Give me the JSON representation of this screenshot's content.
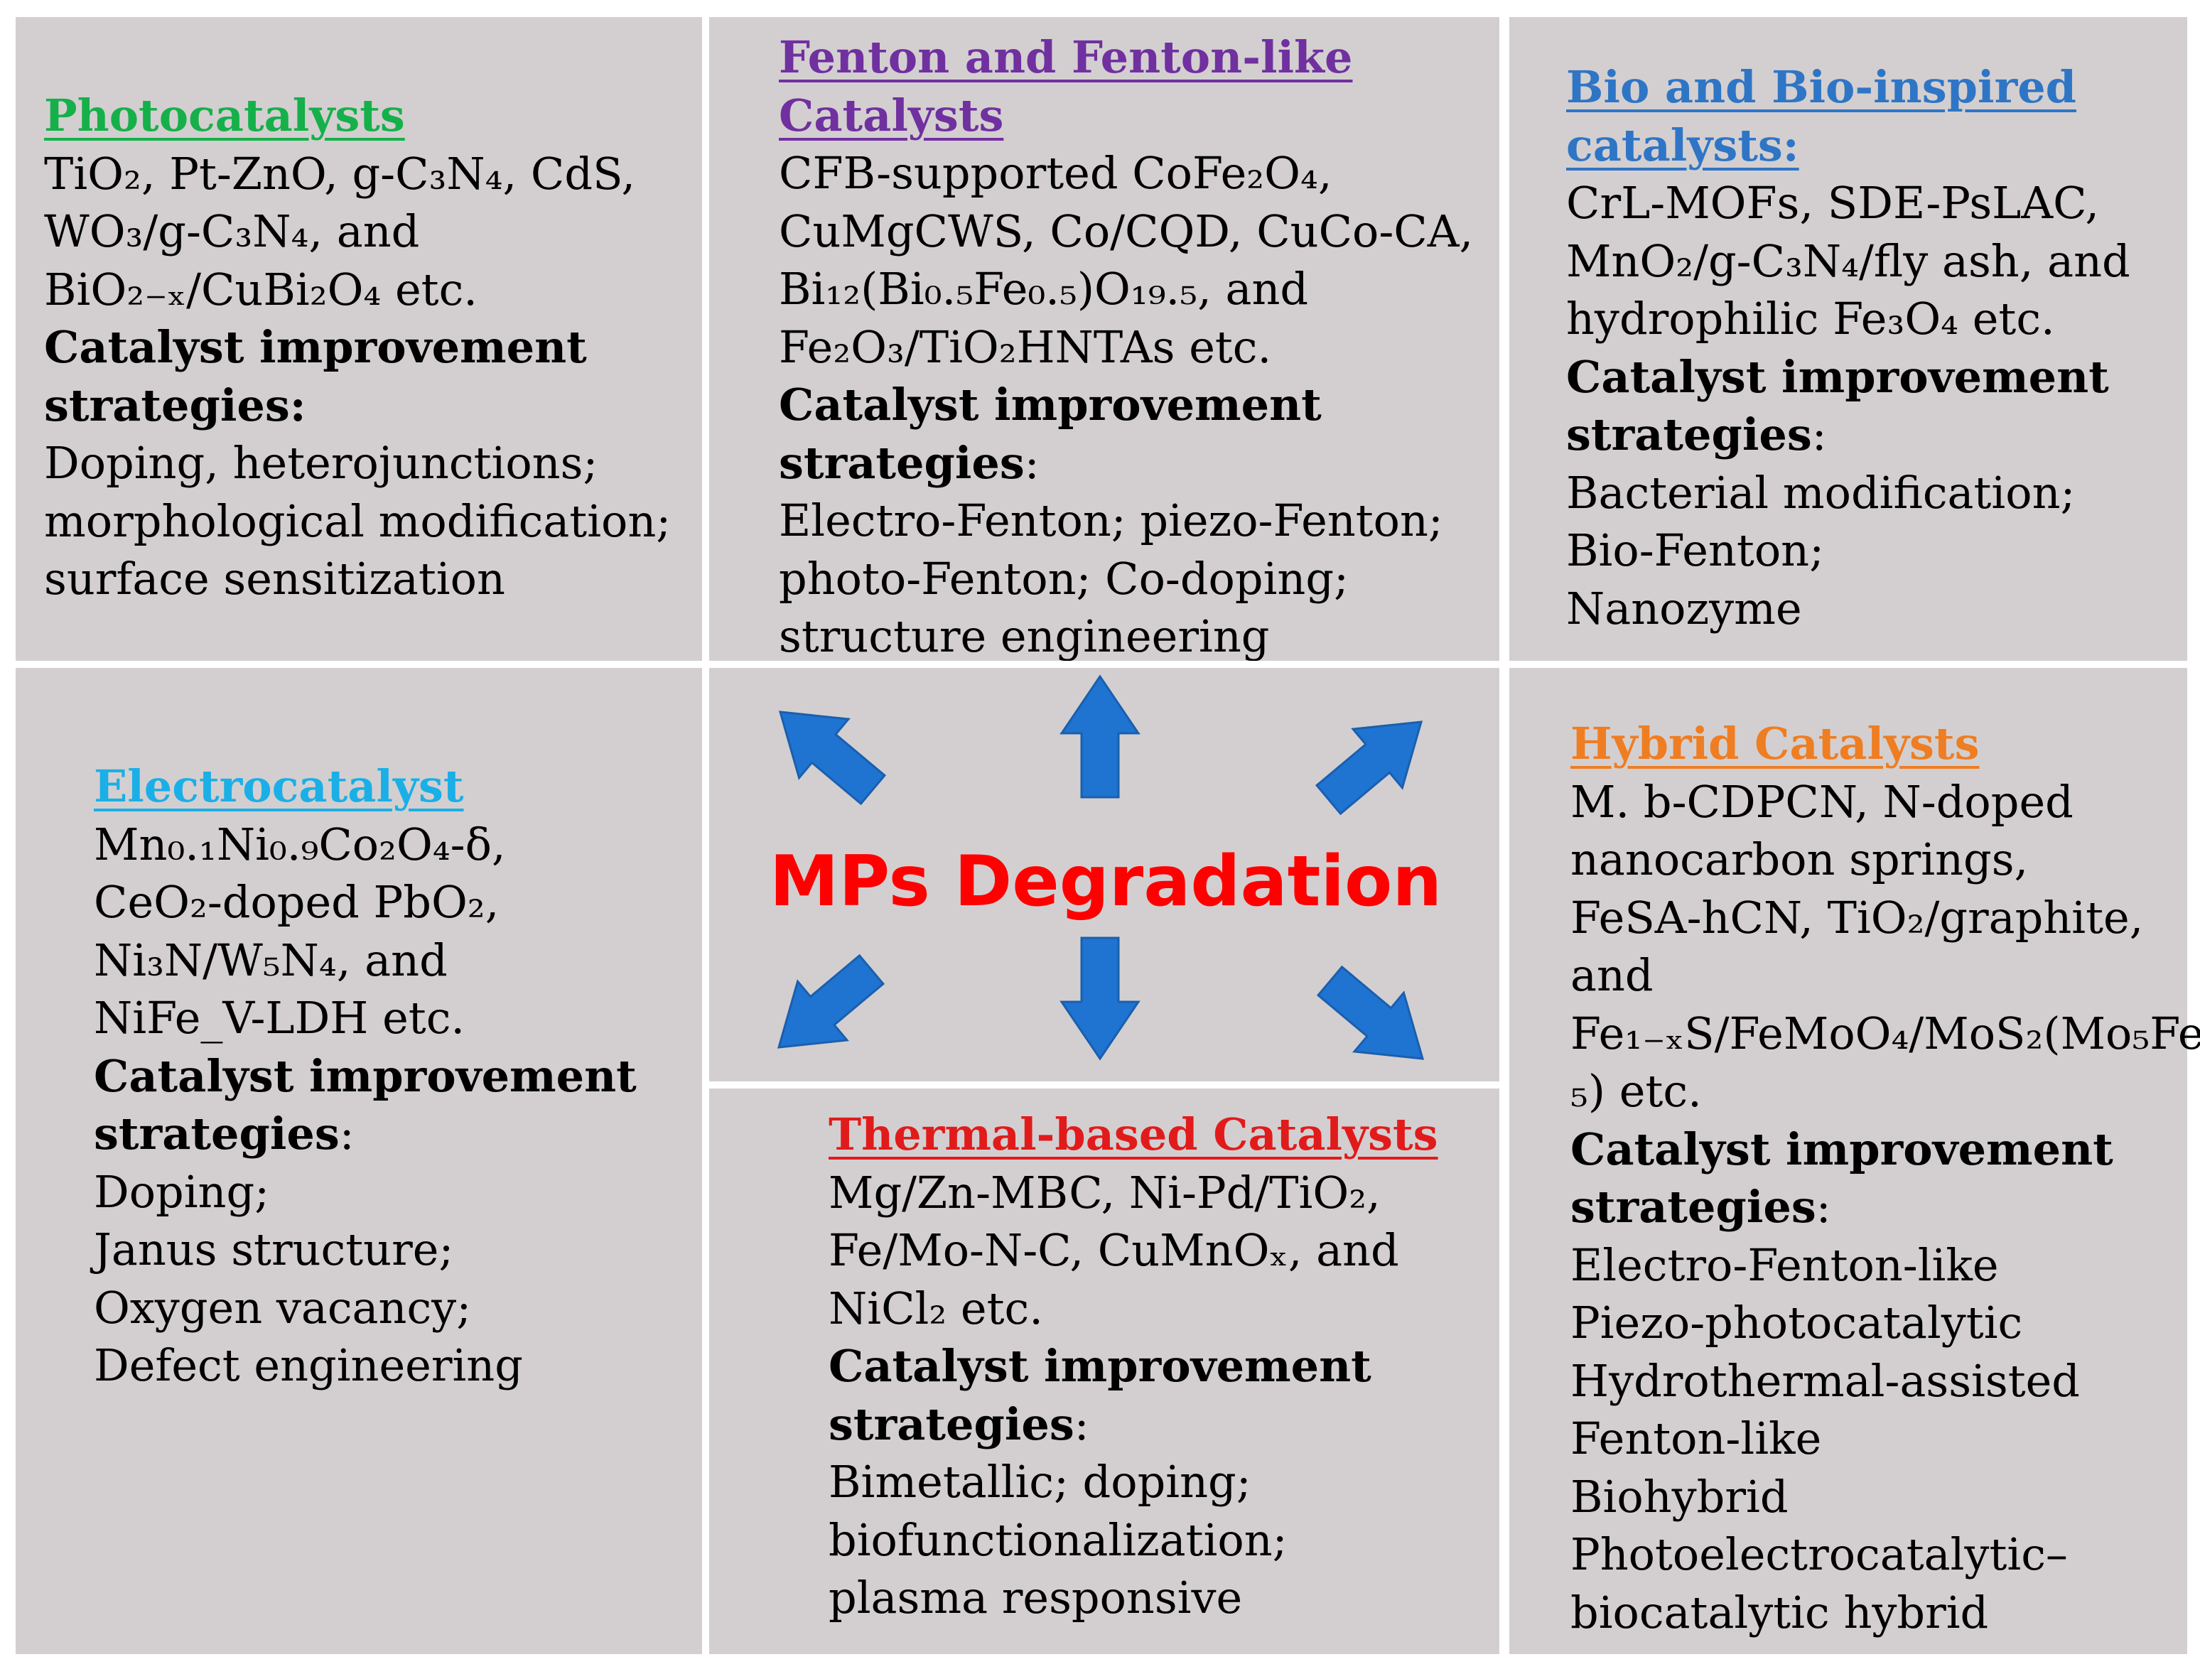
{
  "colors": {
    "panel_bg": "#d3cfd0",
    "photo": "#16b04a",
    "fenton": "#7030a0",
    "bio": "#2e75c6",
    "electro": "#1aafe6",
    "hybrid": "#ef7d22",
    "thermal": "#e11b1b",
    "center": "#ff0000",
    "arrow": "#1f74d1"
  },
  "center": {
    "label": "MPs Degradation"
  },
  "panels": {
    "photocatalysts": {
      "title": "Photocatalysts",
      "lines": [
        "TiO₂, Pt-ZnO, g-C₃N₄, CdS,",
        "WO₃/g-C₃N₄, and",
        "BiO₂₋ₓ/CuBi₂O₄ etc."
      ],
      "strategy_heading": [
        "Catalyst improvement",
        "strategies:"
      ],
      "strategy_lines": [
        "Doping, heterojunctions;",
        "morphological modification;",
        "surface sensitization"
      ]
    },
    "fenton": {
      "title_lines": [
        "Fenton and Fenton-like",
        "Catalysts"
      ],
      "lines": [
        "CFB-supported CoFe₂O₄,",
        "CuMgCWS, Co/CQD, CuCo-CA,",
        "Bi₁₂(Bi₀.₅Fe₀.₅)O₁₉.₅, and",
        "Fe₂O₃/TiO₂HNTAs etc."
      ],
      "strategy_heading": [
        "Catalyst improvement",
        "strategies"
      ],
      "strategy_lines": [
        "Electro-Fenton; piezo-Fenton;",
        "photo-Fenton; Co-doping;",
        "structure engineering"
      ]
    },
    "bio": {
      "title_lines": [
        "Bio and Bio-inspired",
        "catalysts:"
      ],
      "lines": [
        "CrL-MOFs, SDE-PsLAC,",
        "MnO₂/g-C₃N₄/fly ash, and",
        "hydrophilic Fe₃O₄ etc."
      ],
      "strategy_heading": [
        "Catalyst improvement",
        "strategies"
      ],
      "strategy_lines": [
        "Bacterial modification;",
        "Bio-Fenton;",
        "Nanozyme"
      ]
    },
    "electro": {
      "title": "Electrocatalyst",
      "lines": [
        "Mn₀.₁Ni₀.₉Co₂O₄-δ,",
        "CeO₂-doped PbO₂,",
        "Ni₃N/W₅N₄, and",
        "NiFe_V-LDH etc."
      ],
      "strategy_heading": [
        "Catalyst improvement",
        "strategies"
      ],
      "strategy_lines": [
        "Doping;",
        "Janus structure;",
        "Oxygen vacancy;",
        "Defect engineering"
      ]
    },
    "thermal": {
      "title": "Thermal-based Catalysts",
      "lines": [
        "Mg/Zn-MBC, Ni-Pd/TiO₂,",
        "Fe/Mo-N-C, CuMnOₓ, and",
        "NiCl₂ etc."
      ],
      "strategy_heading": [
        "Catalyst improvement",
        "strategies"
      ],
      "strategy_lines": [
        "Bimetallic; doping;",
        "biofunctionalization;",
        "plasma responsive"
      ]
    },
    "hybrid": {
      "title": "Hybrid Catalysts",
      "lines": [
        "M. b-CDPCN, N-doped",
        "nanocarbon springs,",
        "FeSA-hCN, TiO₂/graphite,",
        "and",
        "Fe₁₋ₓS/FeMoO₄/MoS₂(Mo₅Fe",
        "₅) etc."
      ],
      "strategy_heading": [
        "Catalyst improvement",
        "strategies"
      ],
      "strategy_lines": [
        "Electro-Fenton-like",
        "Piezo-photocatalytic",
        "Hydrothermal-assisted",
        "Fenton-like",
        "Biohybrid",
        "Photoelectrocatalytic–",
        "biocatalytic hybrid"
      ]
    }
  }
}
